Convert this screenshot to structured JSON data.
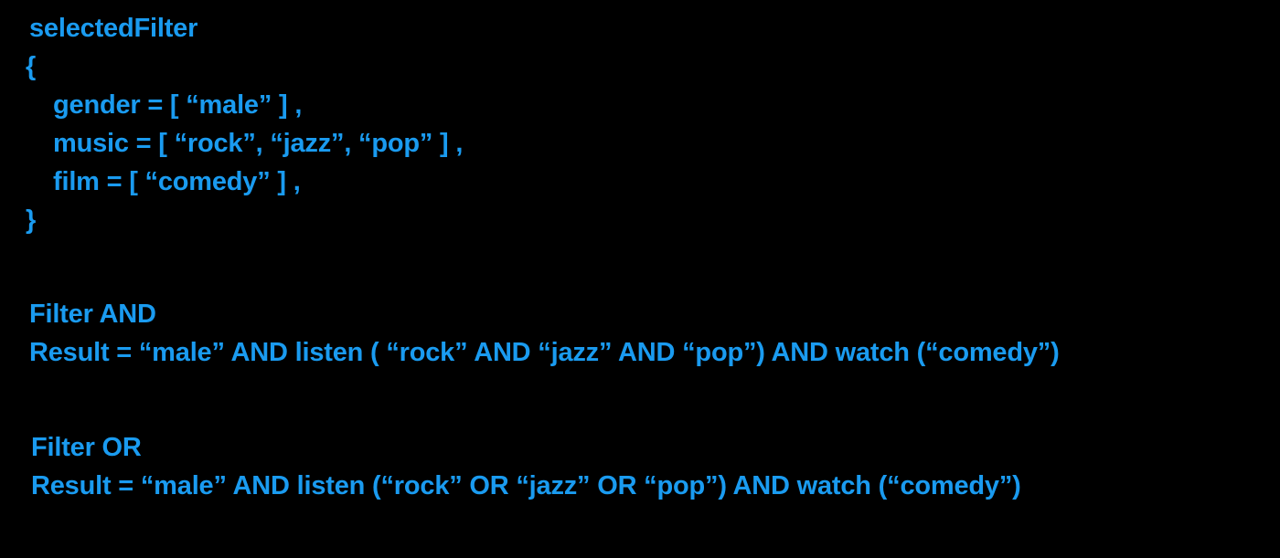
{
  "colors": {
    "background": "#000000",
    "text": "#1a9bf0"
  },
  "code": {
    "title": "selectedFilter",
    "open_brace": "{",
    "gender_line": "gender = [ “male” ] ,",
    "music_line": "music = [ “rock”, “jazz”, “pop” ] ,",
    "film_line": "film = [ “comedy” ] ,",
    "close_brace": "}"
  },
  "filter_and": {
    "heading": "Filter AND",
    "result": "Result = “male” AND listen ( “rock” AND “jazz” AND “pop”) AND watch (“comedy”)"
  },
  "filter_or": {
    "heading": "Filter OR",
    "result": "Result = “male” AND listen (“rock” OR “jazz” OR “pop”) AND watch (“comedy”)"
  }
}
